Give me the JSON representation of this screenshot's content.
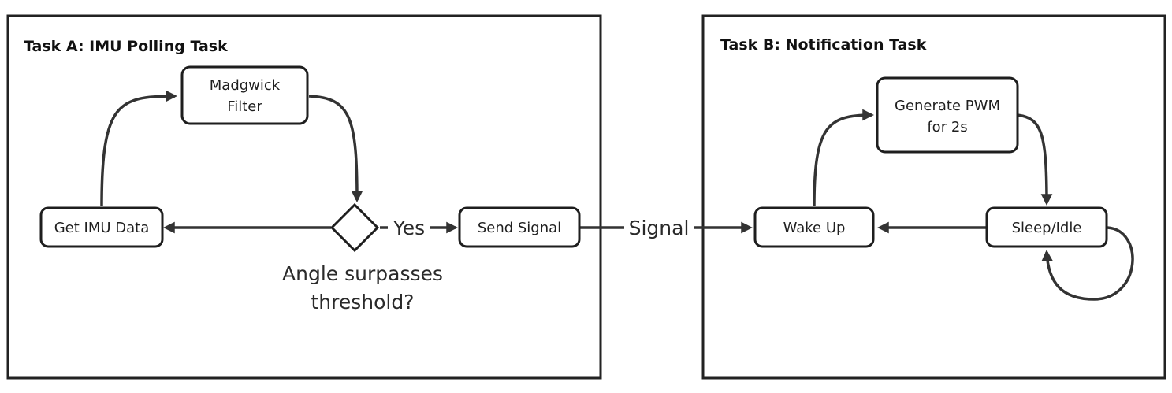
{
  "task_a": {
    "title": "Task A: IMU Polling Task",
    "madgwick_line1": "Madgwick",
    "madgwick_line2": "Filter",
    "get_imu_data": "Get IMU Data",
    "decision_line1": "Angle surpasses",
    "decision_line2": "threshold?",
    "yes_label": "Yes",
    "send_signal": "Send Signal"
  },
  "connector": {
    "signal_label": "Signal"
  },
  "task_b": {
    "title": "Task B: Notification Task",
    "pwm_line1": "Generate PWM",
    "pwm_line2": "for 2s",
    "wake_up": "Wake Up",
    "sleep_idle": "Sleep/Idle"
  },
  "colors": {
    "stroke": "#1e1e1e",
    "edge": "#333333",
    "background": "#ffffff"
  }
}
